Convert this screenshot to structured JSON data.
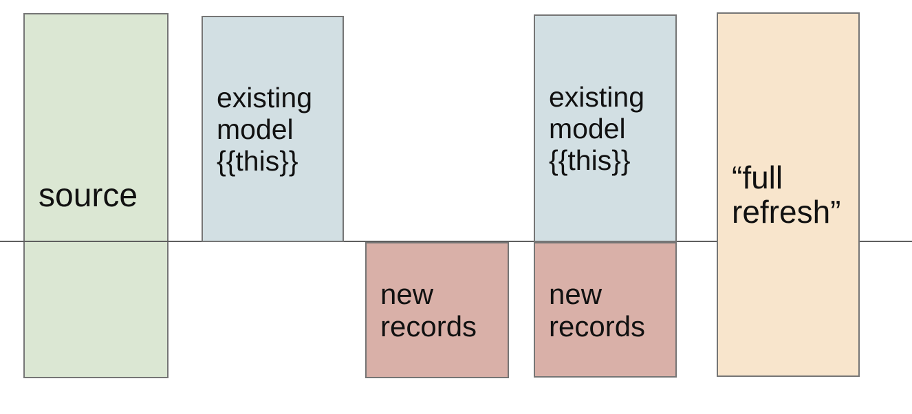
{
  "diagram": {
    "background_color": "#ffffff",
    "text_color": "#111111",
    "box_border_color": "#757575",
    "timeline": {
      "color": "#5e5e5e"
    },
    "boxes": {
      "source": {
        "label": "source",
        "fill": "#dbe7d3"
      },
      "existing_model_left": {
        "label": "existing model {{this}}",
        "fill": "#d2dfe3"
      },
      "new_records_left": {
        "label": "new records",
        "fill": "#d9b0a8"
      },
      "existing_model_right": {
        "label": "existing model {{this}}",
        "fill": "#d2dfe3"
      },
      "new_records_right": {
        "label": "new records",
        "fill": "#d9b0a8"
      },
      "full_refresh": {
        "label": "“full refresh”",
        "fill": "#f8e5cc"
      }
    }
  }
}
